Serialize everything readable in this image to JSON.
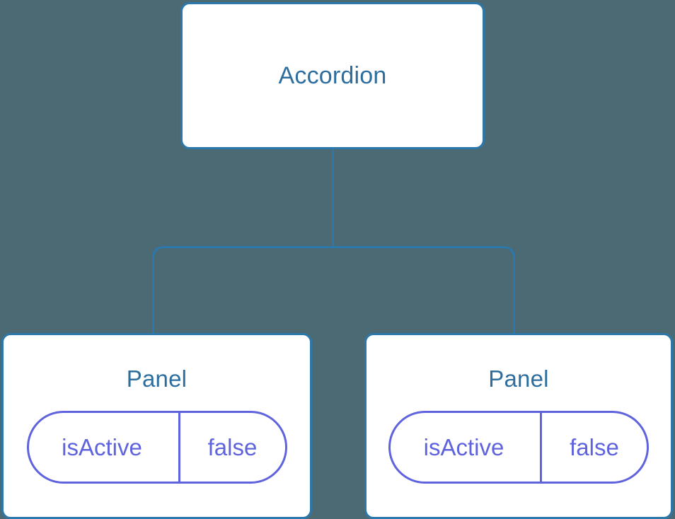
{
  "diagram": {
    "background_color": "#4b6a73",
    "node_border_color": "#2d78ab",
    "node_fill_color": "#ffffff",
    "node_title_color": "#2e6e9e",
    "connector_color": "#2d78ab",
    "pill_color": "#5f63dd",
    "root": {
      "title": "Accordion"
    },
    "children": [
      {
        "title": "Panel",
        "state": {
          "key": "isActive",
          "value": "false"
        }
      },
      {
        "title": "Panel",
        "state": {
          "key": "isActive",
          "value": "false"
        }
      }
    ]
  }
}
